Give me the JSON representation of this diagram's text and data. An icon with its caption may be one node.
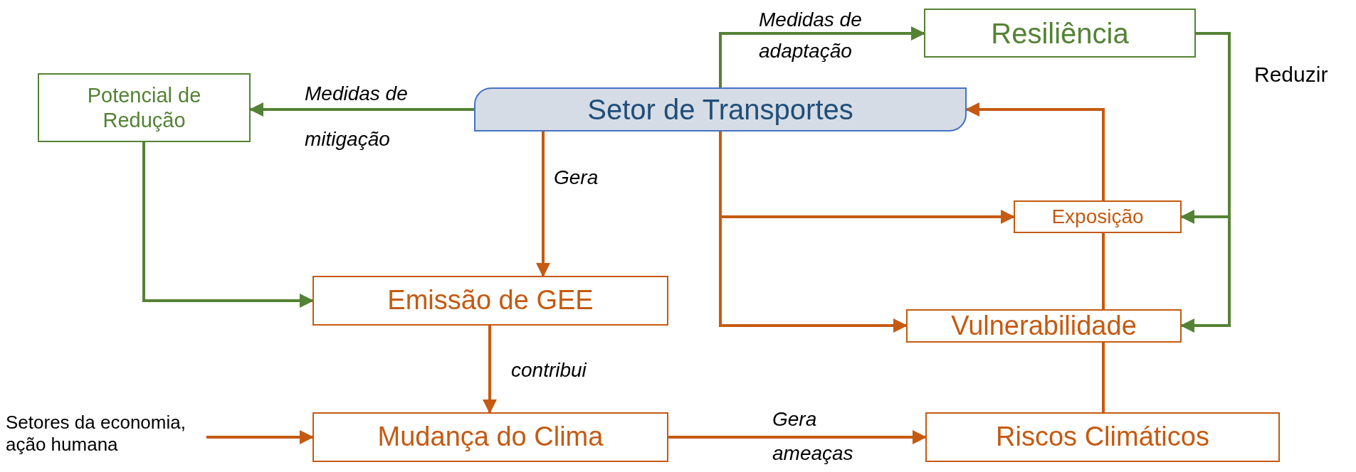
{
  "diagram": {
    "nodes": [
      {
        "text": [
          "Setor de Transportes"
        ]
      },
      {
        "text": [
          "Resiliência"
        ]
      },
      {
        "text": [
          "Potencial de Redução"
        ]
      },
      {
        "text": [
          "Exposição"
        ]
      },
      {
        "text": [
          "Emissão de GEE"
        ]
      },
      {
        "text": [
          "Vulnerabilidade"
        ]
      },
      {
        "text": [
          "Setores da economia, ação humana"
        ]
      },
      {
        "text": [
          "Mudança do Clima"
        ]
      },
      {
        "text": [
          "Riscos Climáticos"
        ]
      }
    ],
    "edges": [
      {
        "from": 0,
        "to": 2,
        "arrow": "to",
        "label": "Medidas de mitigação",
        "color": "#548235"
      },
      {
        "from": 0,
        "to": 1,
        "arrow": "to",
        "label": "Medidas de adaptação",
        "color": "#548235"
      },
      {
        "from": 0,
        "to": 4,
        "arrow": "to",
        "label": "Gera"
      },
      {
        "from": 2,
        "to": 4,
        "arrow": "to",
        "color": "#548235"
      },
      {
        "from": 4,
        "to": 7,
        "arrow": "to",
        "label": "contribui"
      },
      {
        "from": 6,
        "to": 7,
        "arrow": "to"
      },
      {
        "from": 7,
        "to": 8,
        "arrow": "to",
        "label": "Gera ameaças"
      },
      {
        "from": 8,
        "to": 5,
        "arrow": "none"
      },
      {
        "from": 5,
        "to": 3,
        "arrow": "none"
      },
      {
        "from": 3,
        "to": 0,
        "arrow": "to"
      },
      {
        "from": 0,
        "to": 3,
        "arrow": "to"
      },
      {
        "from": 0,
        "to": 5,
        "arrow": "to"
      },
      {
        "from": 1,
        "to": 3,
        "arrow": "to",
        "color": "#548235"
      },
      {
        "from": 1,
        "to": 5,
        "arrow": "to",
        "color": "#548235"
      }
    ],
    "labels": [
      "Reduzir"
    ]
  }
}
